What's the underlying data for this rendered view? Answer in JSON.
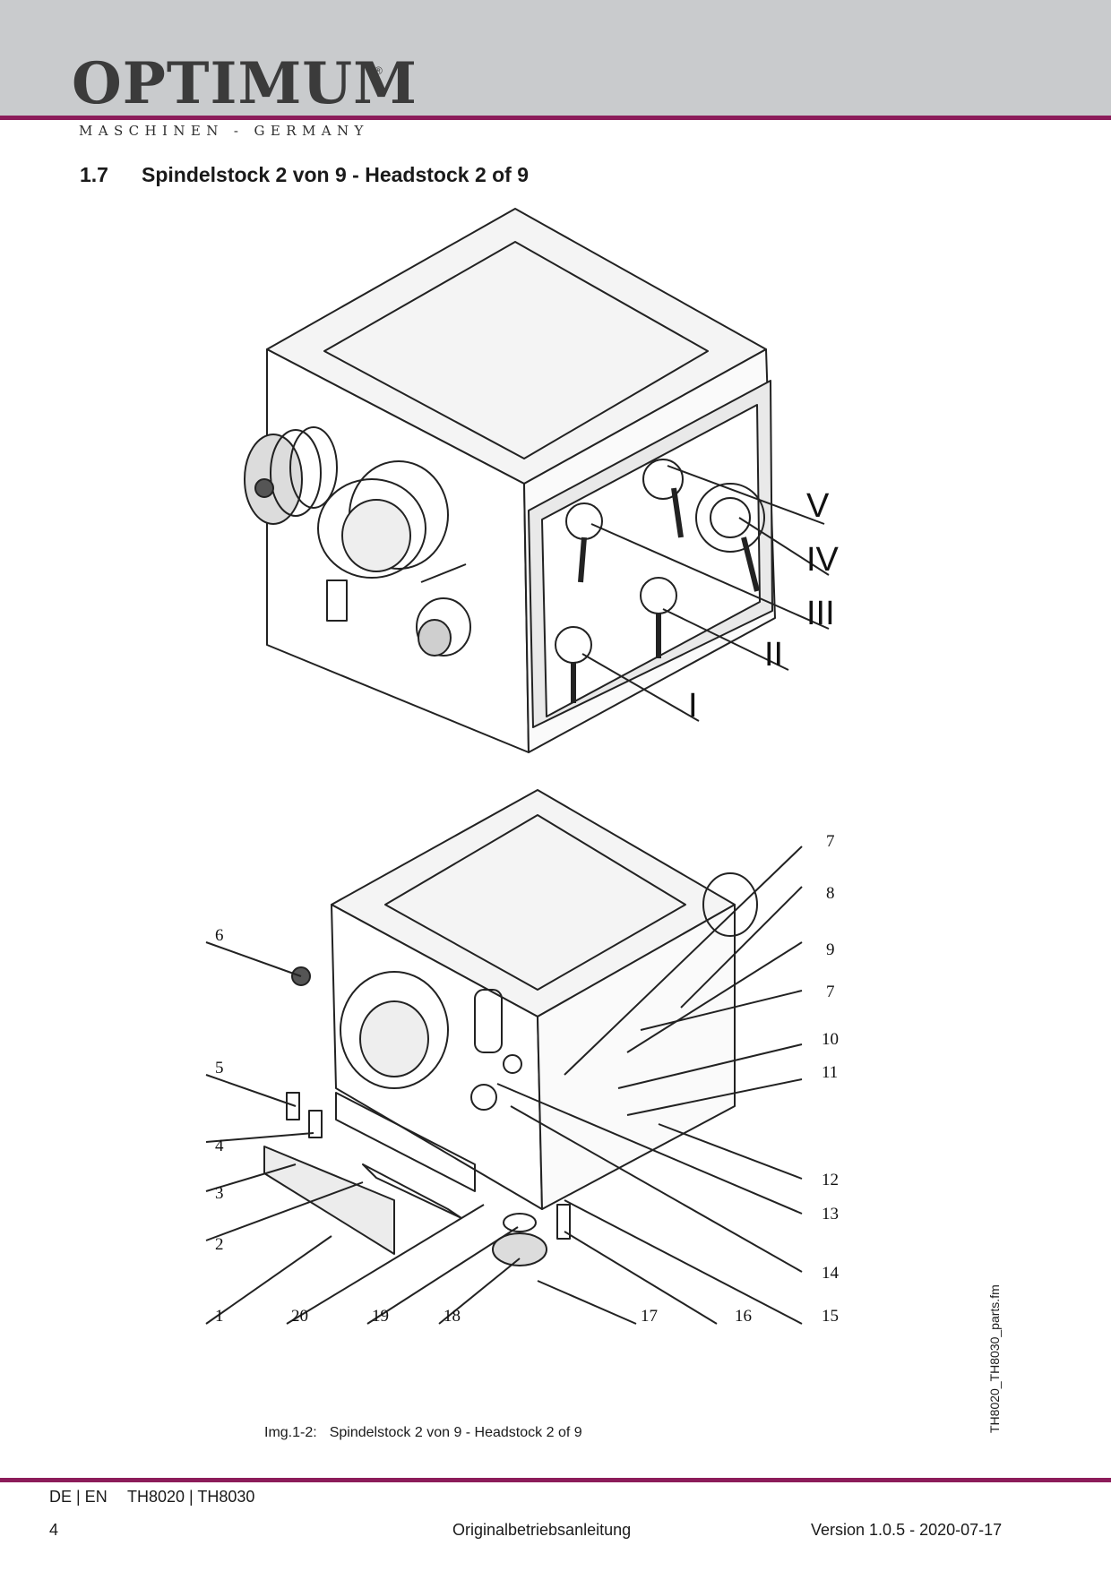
{
  "header": {
    "logo_text": "OPTIMUM",
    "logo_reg": "®",
    "logo_subtitle": "MASCHINEN - GERMANY",
    "accent_color": "#8c1c5a",
    "band_color": "#c9cbcd"
  },
  "section": {
    "number": "1.7",
    "title": "Spindelstock 2 von 9 - Headstock  2 of 9"
  },
  "figure_top": {
    "roman_labels": [
      "V",
      "IV",
      "III",
      "II",
      "I"
    ]
  },
  "figure_bottom": {
    "callouts": [
      "7",
      "8",
      "9",
      "7",
      "10",
      "11",
      "12",
      "13",
      "14",
      "15",
      "6",
      "5",
      "4",
      "3",
      "2",
      "1",
      "20",
      "19",
      "18",
      "17",
      "16"
    ]
  },
  "caption": {
    "label": "Img.1-2:",
    "text": "Spindelstock 2 von 9 - Headstock  2 of 9"
  },
  "side_file": "TH8020_TH8030_parts.fm",
  "footer": {
    "languages": "DE | EN",
    "models": "TH8020 | TH8030",
    "page": "4",
    "document": "Originalbetriebsanleitung",
    "version": "Version 1.0.5 - 2020-07-17"
  }
}
